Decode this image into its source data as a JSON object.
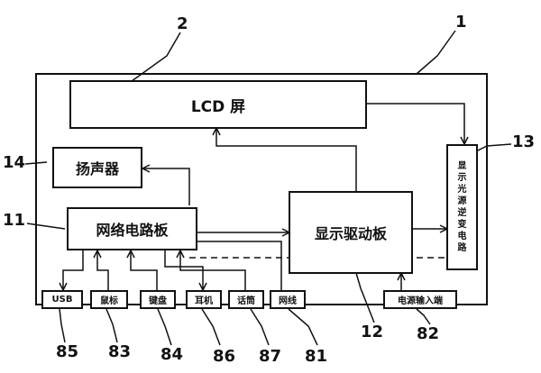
{
  "boxes": {
    "lcd": "LCD 屏",
    "speaker": "扬声器",
    "network": "网络电路板",
    "display_driver": "显示驱动板",
    "backlight": [
      "显",
      "示",
      "光",
      "源",
      "逆",
      "变",
      "电",
      "路"
    ],
    "usb": "USB",
    "mouse": "鼠标",
    "keyboard": "键盘",
    "earphone": "耳机",
    "microphone": "话筒",
    "netline": "网线",
    "power_in": "电源输入端"
  },
  "labels": {
    "l1": "1",
    "l2": "2",
    "l11": "11",
    "l12": "12",
    "l13": "13",
    "l14": "14",
    "l81": "81",
    "l82": "82",
    "l83": "83",
    "l84": "84",
    "l85": "85",
    "l86": "86",
    "l87": "87"
  }
}
